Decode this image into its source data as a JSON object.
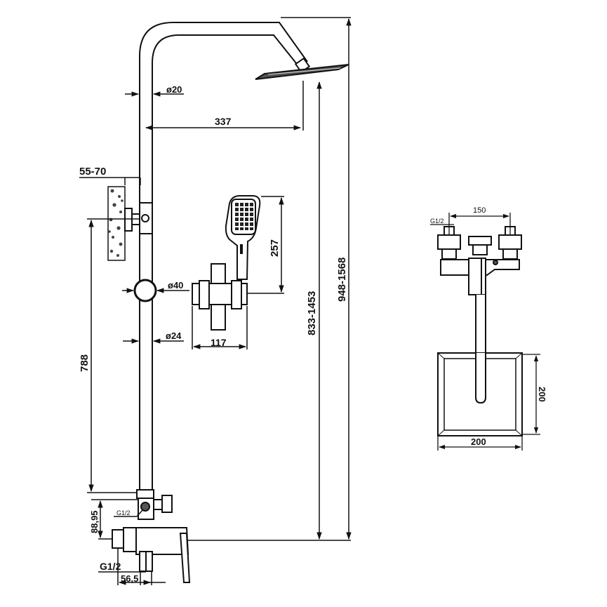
{
  "dims": {
    "pipe_dia": "ø20",
    "arm_length": "337",
    "wall_distance": "55-70",
    "handshower_length": "257",
    "slider_dia": "ø40",
    "rail_dia": "ø24",
    "holder_width": "117",
    "rail_length": "788",
    "head_height": "833-1453",
    "total_height": "948-1568",
    "diverter_offset": "88,95",
    "outlet_thread": "G1/2",
    "inlet_thread": "G1/2",
    "inlet_offset": "56,5"
  },
  "top_view": {
    "inlet_spacing": "150",
    "thread": "G1/2",
    "plate_height": "200",
    "plate_width": "200"
  }
}
